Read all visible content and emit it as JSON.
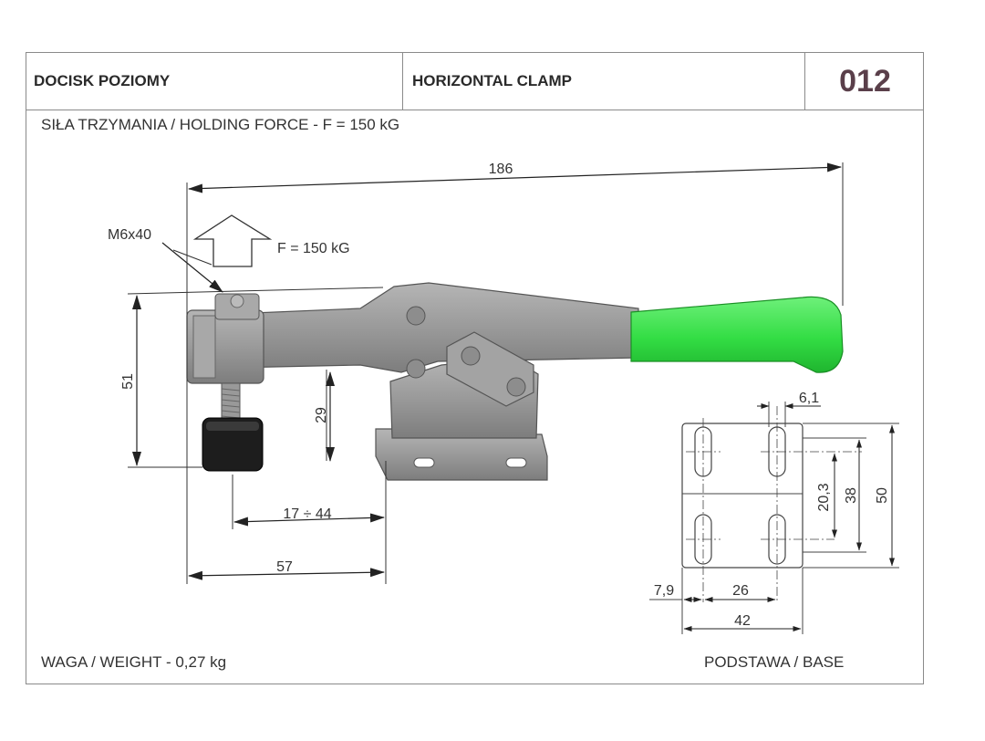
{
  "header": {
    "title_pl": "DOCISK POZIOMY",
    "title_en": "HORIZONTAL CLAMP",
    "number": "012"
  },
  "holding_force": "SIŁA TRZYMANIA / HOLDING FORCE - F = 150 kG",
  "weight": "WAGA / WEIGHT - 0,27 kg",
  "base_label": "PODSTAWA / BASE",
  "dimensions": {
    "overall_length": "186",
    "screw": "M6x40",
    "force": "F = 150 kG",
    "height_total": "51",
    "height_base": "29",
    "spindle_range": "17 ÷ 44",
    "spindle_offset": "57",
    "base_slot_width": "6,1",
    "base_slot_pitch_v": "20,3",
    "base_height_38": "38",
    "base_height_50": "50",
    "base_edge": "7,9",
    "base_pitch_h": "26",
    "base_width": "42"
  },
  "colors": {
    "handle": "#33dd44",
    "body": "#9a9a9a",
    "rubber": "#1a1a1a",
    "number": "#5a3f4a",
    "frame": "#8a8a8a"
  }
}
